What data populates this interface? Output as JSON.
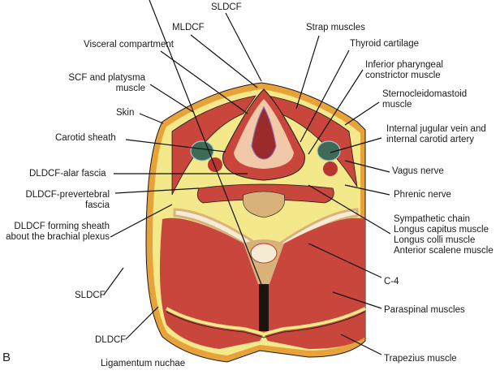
{
  "figure": {
    "panel_letter": "B",
    "title": "Cross-section of the neck at C-4 showing cervical fascial layers",
    "colors": {
      "muscle": "#c9463d",
      "fascia_yellow": "#f4e98a",
      "skin_orange": "#e8a23a",
      "bone_tan": "#d9b27a",
      "cartilage_pink": "#f1c9a8",
      "vein_green": "#3d6b55",
      "artery_red": "#b8362f",
      "ligament_black": "#1c1410",
      "outline": "#1a1a1a"
    }
  },
  "labels_left": {
    "sldcf_top": "SLDCF",
    "mldcf": "MLDCF",
    "visceral": "Visceral compartment",
    "scf_line1": "SCF and platysma",
    "scf_line2": "muscle",
    "skin": "Skin",
    "carotid_sheath": "Carotid sheath",
    "alar": "DLDCF-alar fascia",
    "prevert_line1": "DLDCF-prevertebral",
    "prevert_line2": "fascia",
    "brachial_line1": "DLDCF forming sheath",
    "brachial_line2": "about the brachial plexus",
    "sldcf_bottom": "SLDCF",
    "dldcf_bottom": "DLDCF",
    "ligamentum": "Ligamentum nuchae"
  },
  "labels_right": {
    "strap": "Strap muscles",
    "thyroid": "Thyroid cartilage",
    "inferior_line1": "Inferior pharyngeal",
    "inferior_line2": "constrictor muscle",
    "scm_line1": "Sternocleidomastoid",
    "scm_line2": "muscle",
    "ijv_line1": "Internal jugular vein and",
    "ijv_line2": "internal carotid artery",
    "vagus": "Vagus nerve",
    "phrenic": "Phrenic nerve",
    "symp": "Sympathetic chain",
    "longus_capitus": "Longus capitus muscle",
    "longus_colli": "Longus colli muscle",
    "anterior_scalene": "Anterior scalene muscle",
    "c4": "C-4",
    "paraspinal": "Paraspinal muscles",
    "trapezius": "Trapezius muscle"
  }
}
